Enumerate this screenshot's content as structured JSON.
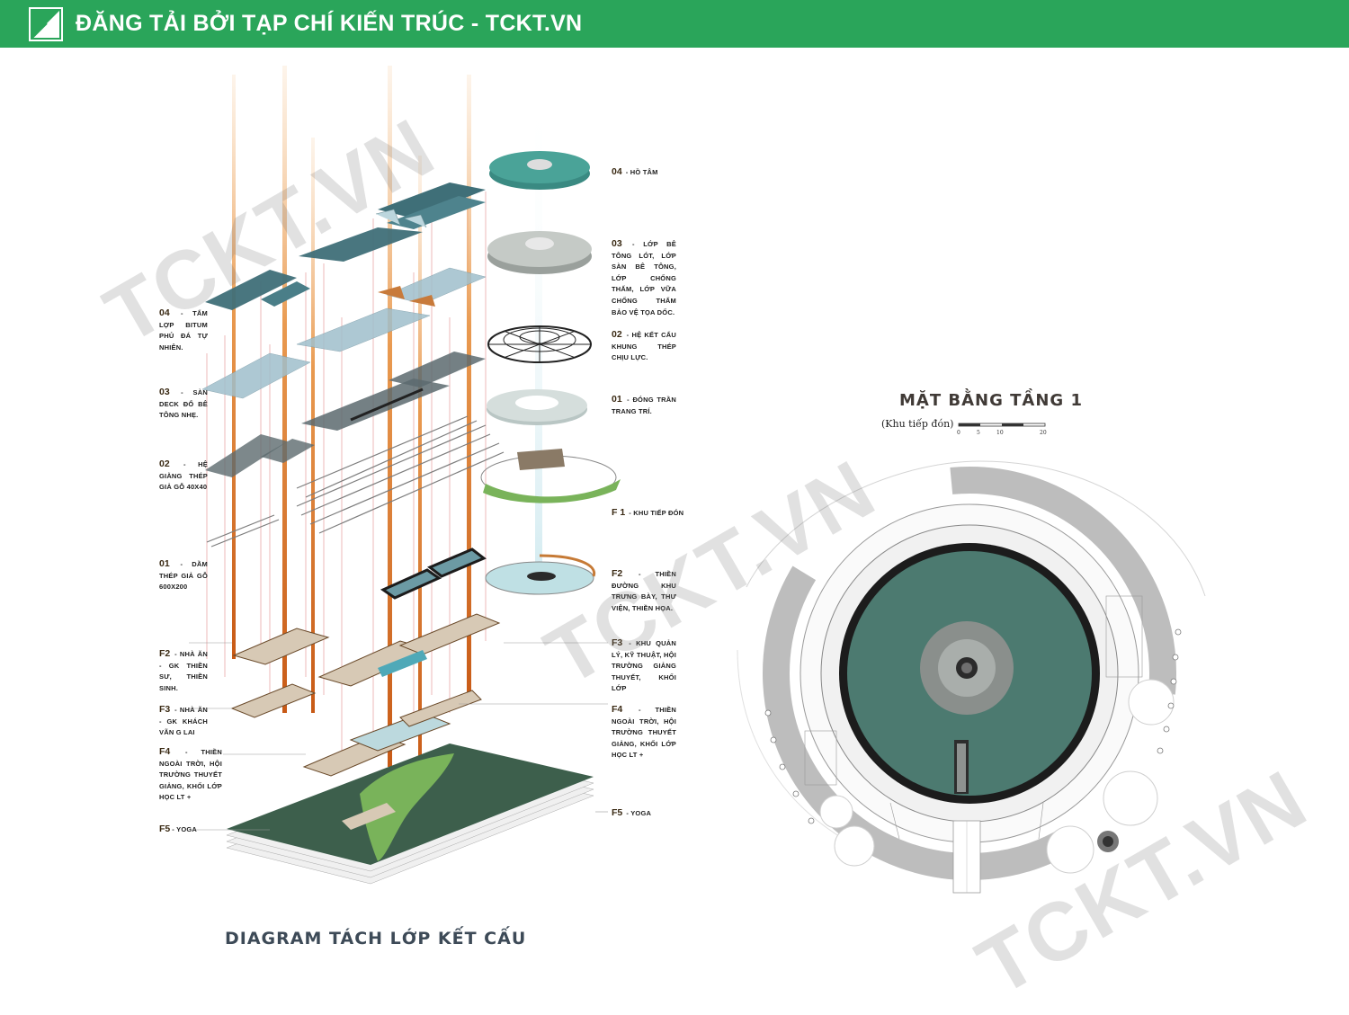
{
  "banner": {
    "title": "ĐĂNG TẢI BỞI TẠP CHÍ KIẾN TRÚC - TCKT.VN",
    "color": "#2aa55a"
  },
  "watermark": "TCKT.VN",
  "diagram": {
    "title": "DIAGRAM TÁCH LỚP KẾT CẤU",
    "left_labels": [
      {
        "num": "04",
        "text": "- TẤM LỢP BITUM PHỦ ĐÁ TỰ NHIÊN."
      },
      {
        "num": "03",
        "text": "- SÀN DECK ĐỔ BÊ TÔNG NHẸ."
      },
      {
        "num": "02",
        "text": "- HỆ GIẰNG THÉP GIẢ GỖ 40X40"
      },
      {
        "num": "01",
        "text": "- DẦM THÉP GIẢ GỖ 600X200"
      },
      {
        "num": "F2",
        "text": "- NHÀ ĂN - GK THIỀN SƯ, THIỀN SINH."
      },
      {
        "num": "F3",
        "text": "- NHÀ ĂN - GK KHÁCH VÃN G LAI"
      },
      {
        "num": "F4",
        "text": "- THIỀN NGOÀI TRỜI, HỘI TRƯỜNG THUYẾT GIẢNG, KHỐI LỚP HỌC LT +"
      },
      {
        "num": "F5",
        "text": "- YOGA"
      }
    ],
    "right_labels": [
      {
        "num": "04",
        "text": "- HỒ TÂM"
      },
      {
        "num": "03",
        "text": "- LỚP BÊ TÔNG LÓT, LỚP SÀN BÊ TÔNG, LỚP CHỐNG THẤM, LỚP VỮA CHỐNG THẤM BẢO VỆ TỌA DỐC."
      },
      {
        "num": "02",
        "text": "- HỆ KẾT CẤU KHUNG THÉP CHỊU LỰC."
      },
      {
        "num": "01",
        "text": "- ĐÓNG TRẦN TRANG TRÍ."
      },
      {
        "num": "F 1",
        "text": "- KHU TIẾP ĐÓN"
      },
      {
        "num": "F2",
        "text": "- THIỀN ĐƯỜNG KHU TRƯNG BÀY, THƯ VIỆN, THIỀN HỌA."
      },
      {
        "num": "F3",
        "text": "- KHU QUẢN LÝ, KỸ THUẬT, HỘI TRƯỜNG GIẢNG THUYẾT, KHỐI LỚP"
      },
      {
        "num": "F4",
        "text": "- THIỀN NGOÀI TRỜI, HỘI TRƯỜNG THUYẾT GIẢNG, KHỐI LỚP HỌC LT +"
      },
      {
        "num": "F5",
        "text": "- YOGA"
      }
    ]
  },
  "plan": {
    "title": "MẶT BẰNG TẦNG 1",
    "subtitle": "(Khu tiếp đón)",
    "scale_labels": [
      "0",
      "5",
      "10",
      "20"
    ]
  },
  "colors": {
    "pool": "#4c7a70",
    "roof": "#3f6f78",
    "glass": "#9fbfcc",
    "column": "#e07c2e",
    "terrain": "#3d5f4c",
    "grass": "#79b35a"
  }
}
